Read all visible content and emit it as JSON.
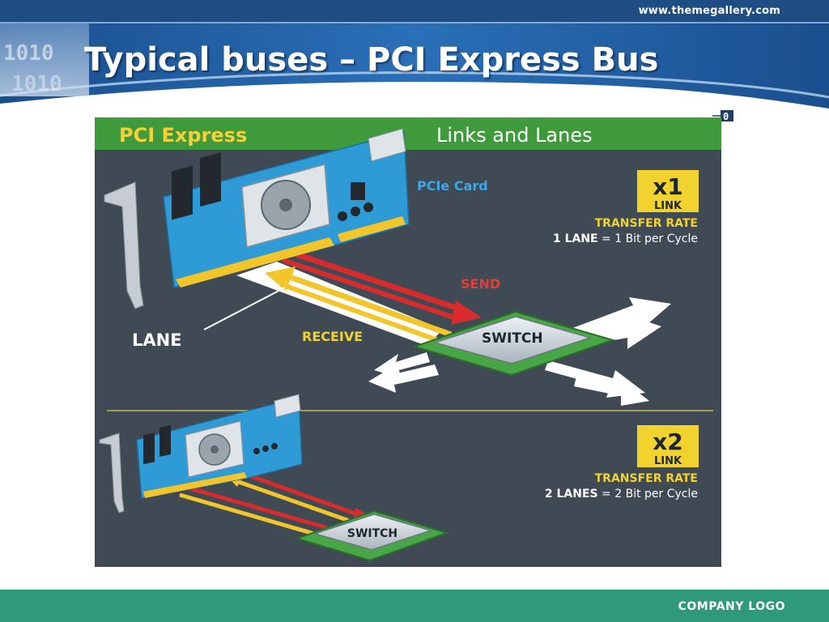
{
  "slide": {
    "site_url": "www.themegallery.com",
    "title": "Typical buses – PCI Express Bus",
    "company_logo": "COMPANY LOGO",
    "header_binary": "1010",
    "header_binary2": "1010",
    "corner_glyph": "0"
  },
  "figure": {
    "banner_left": "PCI Express",
    "banner_right": "Links and Lanes",
    "card_label": "PCIe Card",
    "send_label": "SEND",
    "receive_label": "RECEIVE",
    "lane_label": "LANE",
    "switch_label": "SWITCH",
    "switch_label_2": "SWITCH",
    "x1_badge_top": "x1",
    "x1_badge_bottom": "LINK",
    "x2_badge_top": "x2",
    "x2_badge_bottom": "LINK",
    "x1_rate_title": "TRANSFER RATE",
    "x1_rate_bold": "1 LANE",
    "x1_rate_rest": " = 1 Bit per Cycle",
    "x2_rate_title": "TRANSFER RATE",
    "x2_rate_bold": "2 LANES",
    "x2_rate_rest": " = 2 Bit per Cycle"
  },
  "colors": {
    "header_blue": "#1f5fa6",
    "banner_green": "#3f9a3c",
    "panel_gray": "#3f4a55",
    "yellow": "#f2d22e",
    "red": "#d92b2b",
    "card_blue": "#2f9bd6",
    "footer_teal": "#2e9a7a"
  }
}
